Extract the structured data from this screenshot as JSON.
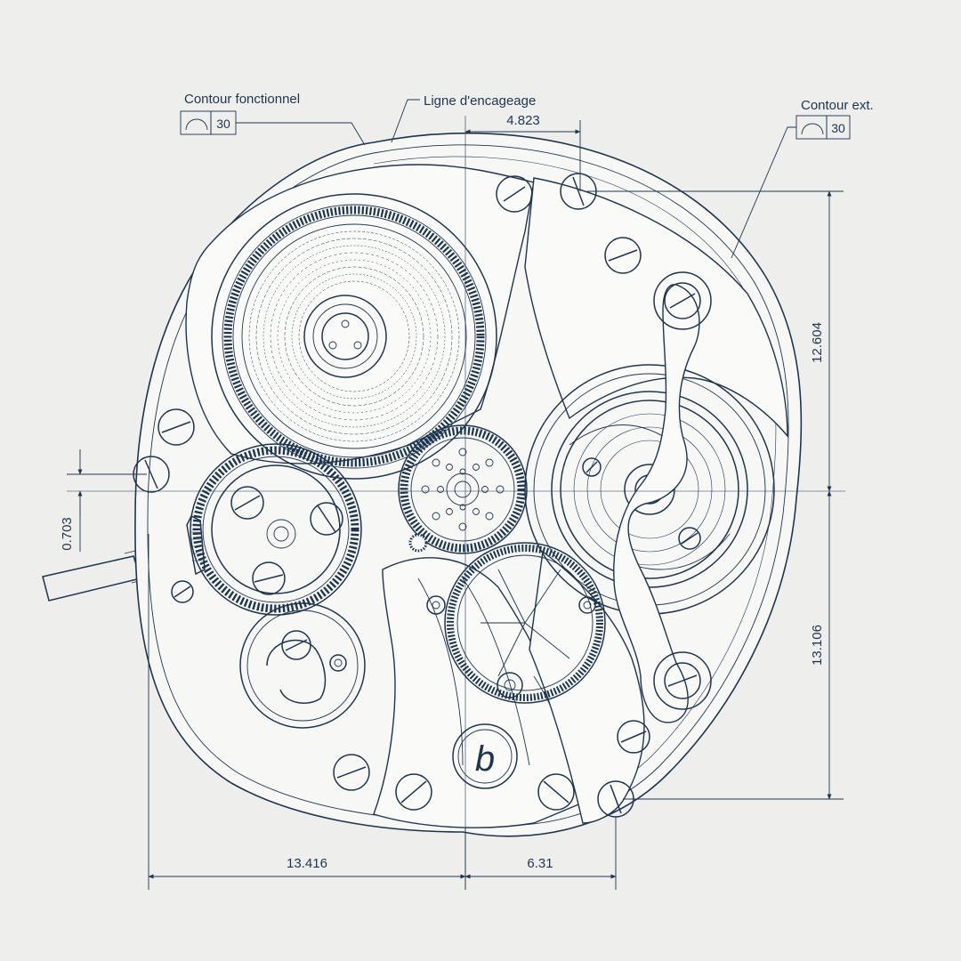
{
  "annotations": {
    "contour_fonctionnel": {
      "label": "Contour fonctionnel",
      "value": "30"
    },
    "ligne_encageage": "Ligne d'encageage",
    "contour_ext": {
      "label": "Contour ext.",
      "value": "30"
    }
  },
  "dimensions": {
    "top_horizontal": "4.823",
    "right_upper_vertical": "12.604",
    "right_lower_vertical": "13.106",
    "left_vertical": "0.703",
    "bottom_left": "13.416",
    "bottom_right": "6.31"
  },
  "engraving": "b",
  "colors": {
    "paper": "#eeeeec",
    "line": "#1e3550",
    "plate": "#f7f7f5"
  }
}
